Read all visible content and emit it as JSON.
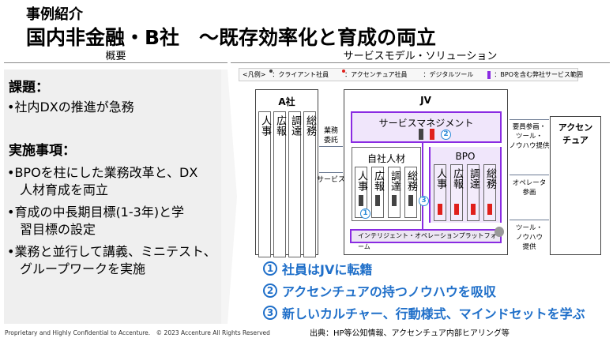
{
  "header": {
    "kicker": "事例紹介",
    "title": "国内非金融・B社　～既存効率化と育成の両立"
  },
  "left": {
    "heading": "概要",
    "issue_title": "課題：",
    "issues": [
      "•社内DXの推進が急務"
    ],
    "actions_title": "実施事項：",
    "actions": [
      "•BPOを柱にした業務改革と、DX\n　人材育成を両立",
      "•育成の中長期目標(1-3年)と学\n　習目標の設定",
      "•業務と並行して講義、ミニテスト、\n　グループワークを実施"
    ]
  },
  "right": {
    "heading": "サービスモデル・ソリューション",
    "legend": {
      "label": "<凡例>",
      "client": "：クライアント社員",
      "accenture": "：アクセンチュア社員",
      "tool": "：デジタルツール",
      "scope": "：BPOを含む弊社サービス範囲"
    },
    "a_company": {
      "title": "A社",
      "depts": [
        "人事",
        "広報",
        "調達",
        "総務"
      ]
    },
    "arrow_outsource": "業務\n委託",
    "arrow_service": "サービス",
    "jv": {
      "title": "JV",
      "service_mgmt": "サービスマネジメント",
      "inhouse": "自社人材",
      "bpo": "BPO",
      "depts": [
        "人事",
        "広報",
        "調達",
        "総務"
      ],
      "platform": "インテリジェント・オペレーションプラットフォーム"
    },
    "accenture": {
      "title": "アクセン\nチュア",
      "arrow1": "要員参画・\nツール・\nノウハウ提供",
      "arrow2": "オペレータ\n参画",
      "arrow3": "ツール・\nノウハウ\n提供"
    },
    "markers": [
      "1",
      "2",
      "3"
    ],
    "points": [
      {
        "n": "1",
        "text": "社員はJVに転籍"
      },
      {
        "n": "2",
        "text": "アクセンチュアの持つノウハウを吸収"
      },
      {
        "n": "3",
        "text": "新しいカルチャー、行動様式、マインドセットを学ぶ"
      }
    ]
  },
  "footer": {
    "confidential": "Proprietary and Highly Confidential to Accenture.　© 2023 Accenture All Rights Reserved",
    "source": "出典：HP等公知情報、アクセンチュア内部ヒアリング等"
  },
  "colors": {
    "purple": "#8a2be2",
    "blue": "#1f6fc9",
    "red": "#e0201b"
  }
}
